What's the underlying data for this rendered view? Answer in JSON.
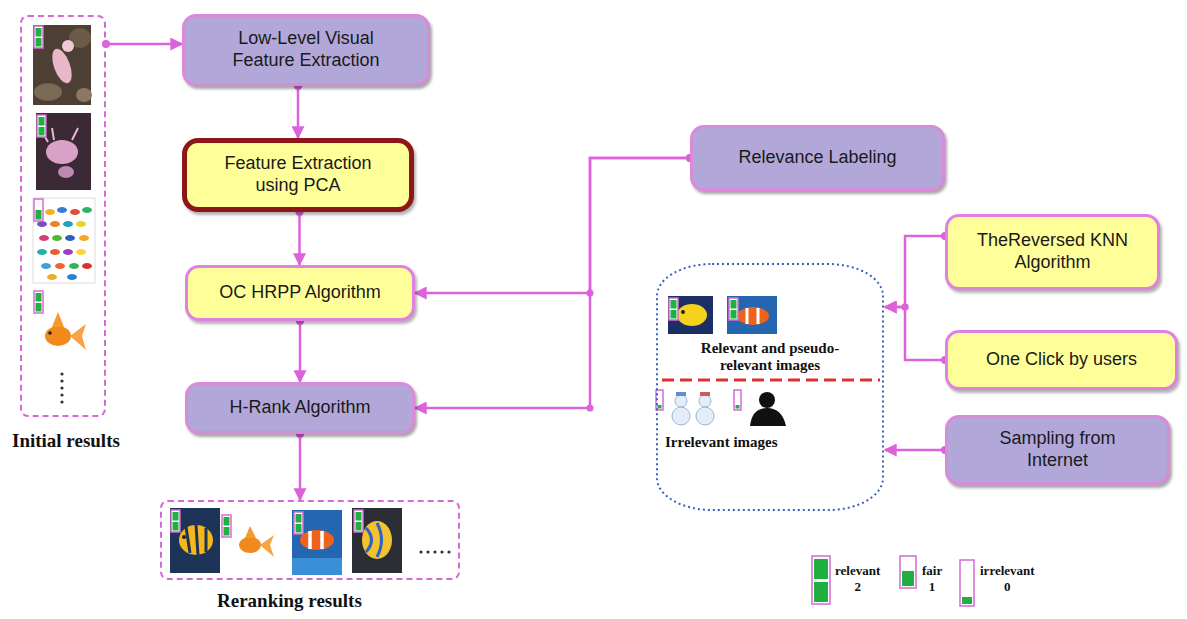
{
  "diagram": {
    "nodes": [
      {
        "text": [
          "Initial results"
        ]
      },
      {
        "text": [
          "Low-Level Visual Feature Extraction"
        ]
      },
      {
        "text": [
          "Feature Extraction using PCA"
        ]
      },
      {
        "text": [
          "OC HRPP Algorithm"
        ]
      },
      {
        "text": [
          "H-Rank Algorithm"
        ]
      },
      {
        "text": [
          "Reranking results"
        ]
      },
      {
        "text": [
          "Relevance Labeling"
        ]
      },
      {
        "text": [
          "TheReversed KNN Algorithm"
        ]
      },
      {
        "text": [
          "One Click by users"
        ]
      },
      {
        "text": [
          "Sampling from Internet"
        ]
      },
      {
        "text": [
          "Relevant and pseudo-relevant images",
          "Irrelevant images"
        ]
      }
    ],
    "edges": [
      {
        "from": 0,
        "to": 1,
        "arrow": "to"
      },
      {
        "from": 1,
        "to": 2,
        "arrow": "to"
      },
      {
        "from": 2,
        "to": 3,
        "arrow": "to"
      },
      {
        "from": 3,
        "to": 4,
        "arrow": "to"
      },
      {
        "from": 4,
        "to": 5,
        "arrow": "to"
      },
      {
        "from": 6,
        "to": 3,
        "arrow": "to"
      },
      {
        "from": 6,
        "to": 4,
        "arrow": "to"
      },
      {
        "from": 7,
        "to": 10,
        "arrow": "to"
      },
      {
        "from": 8,
        "to": 10,
        "arrow": "to"
      },
      {
        "from": 9,
        "to": 10,
        "arrow": "to"
      }
    ],
    "legend": [
      {
        "text": "relevant 2"
      },
      {
        "text": "fair 1"
      },
      {
        "text": "irrelevant 0"
      }
    ]
  }
}
